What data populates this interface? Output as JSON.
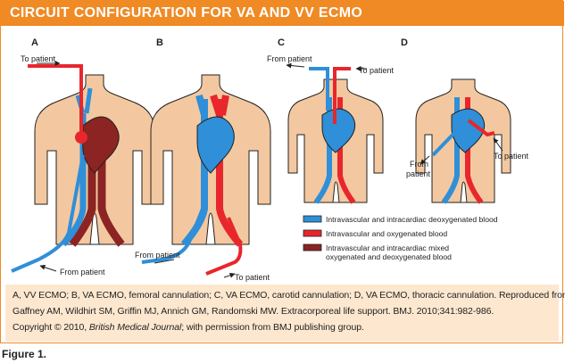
{
  "title": "CIRCUIT CONFIGURATION FOR VA AND VV ECMO",
  "panels": {
    "a": {
      "letter": "A",
      "to_patient": "To patient",
      "from_patient": "From patient"
    },
    "b": {
      "letter": "B",
      "from_patient": "From patient",
      "to_patient": "To patient"
    },
    "c": {
      "letter": "C",
      "from_patient": "From patient",
      "to_patient": "To patient"
    },
    "d": {
      "letter": "D",
      "from_patient_1": "From",
      "from_patient_2": "patient",
      "to_patient": "To patient"
    }
  },
  "legend": {
    "blue": "Intravascular and intracardiac deoxygenated blood",
    "red": "Intravascular and oxygenated blood",
    "mixed_1": "Intravascular and intracardiac mixed",
    "mixed_2": "oxygenated and deoxygenated blood"
  },
  "colors": {
    "title_bar": "#f08a24",
    "caption_bg": "#fde8cf",
    "skin": "#f3c8a0",
    "deoxygenated": "#2f8fd8",
    "oxygenated": "#e8262c",
    "mixed": "#8b2422"
  },
  "caption": {
    "line1": "A, VV ECMO; B, VA ECMO, femoral cannulation; C, VA ECMO, carotid cannulation; D, VA ECMO, thoracic cannulation. Reproduced from:",
    "line2": "Gaffney AM, Wildhirt SM, Griffin MJ, Annich GM, Randomski MW. Extracorporeal life support. BMJ. 2010;341:982-986.",
    "line3_prefix": "Copyright © 2010, ",
    "line3_journal": "British Medical Journal",
    "line3_suffix": "; with permission from BMJ publishing group."
  },
  "figure_label": "Figure 1."
}
